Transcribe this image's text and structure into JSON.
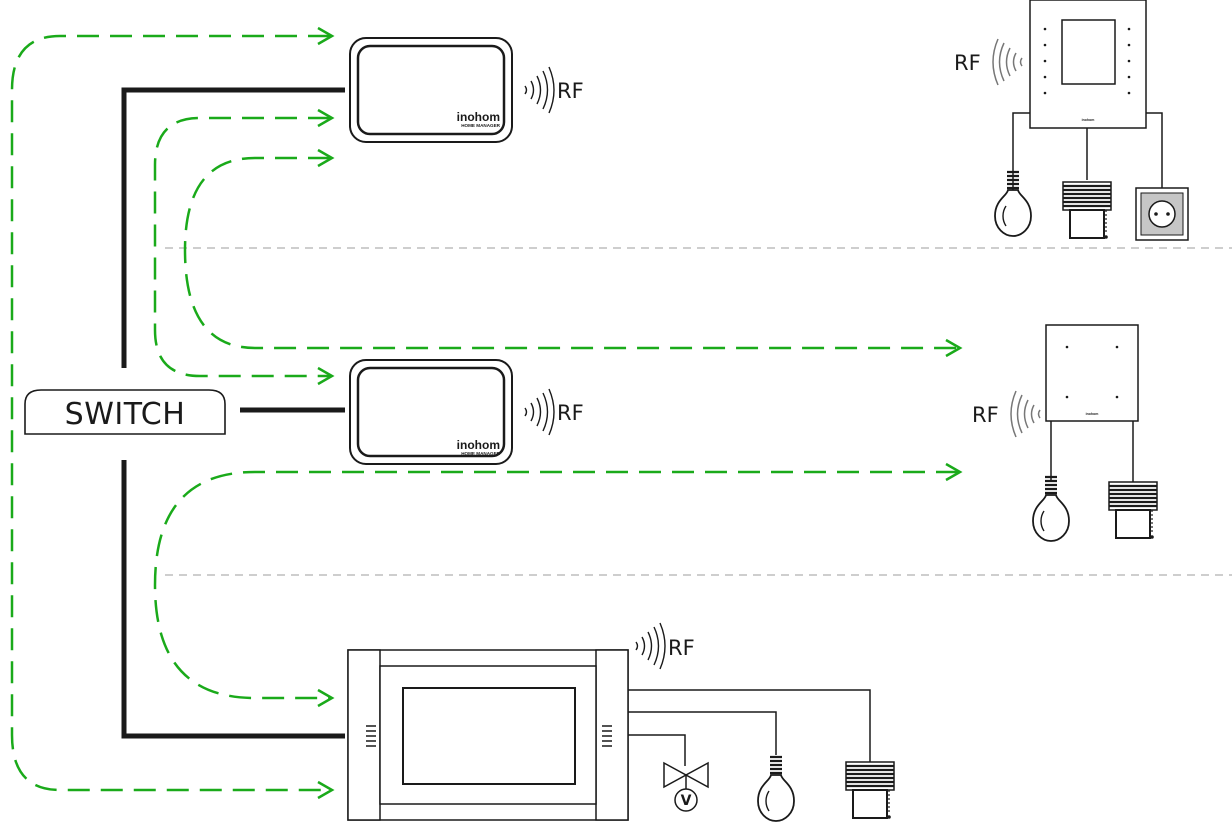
{
  "switch_label": "SWITCH",
  "rf_label": "RF",
  "brand_name": "inohom",
  "brand_subtitle": "HOME MANAGER",
  "valve_symbol": "V",
  "icons": [
    "light-bulb-icon",
    "blinds-motor-icon",
    "power-socket-icon",
    "valve-icon"
  ],
  "colors": {
    "network_link": "#1aaa1a",
    "cable": "#1a1a1a",
    "separator": "#bdbdbd"
  }
}
